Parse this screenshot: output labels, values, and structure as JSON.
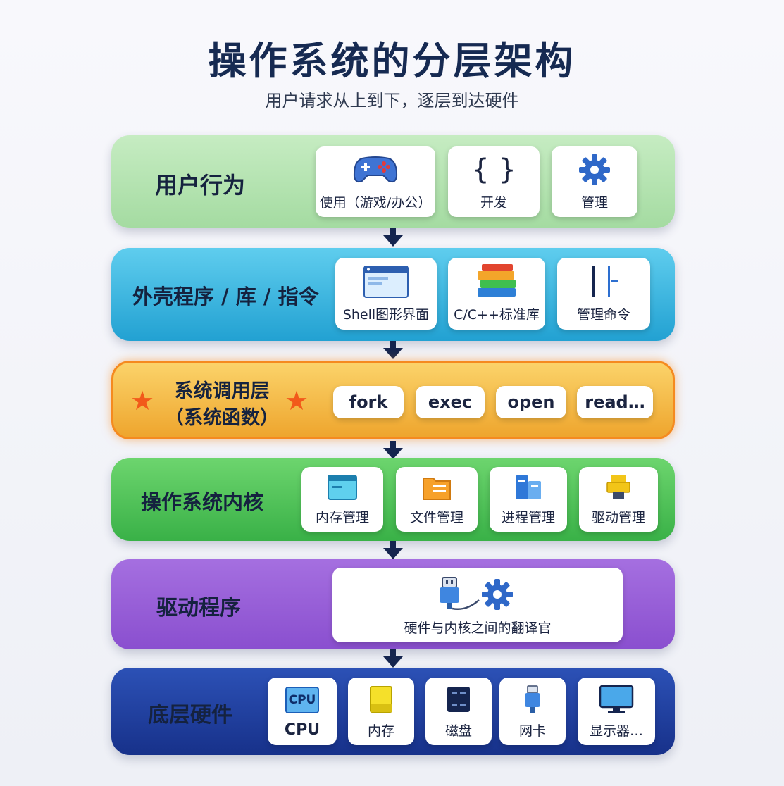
{
  "header": {
    "title": "操作系统的分层架构",
    "subtitle": "用户请求从上到下，逐层到达硬件"
  },
  "layers": [
    {
      "label": "用户行为",
      "color": "#a9dfa8",
      "items": [
        {
          "icon": "gamepad-icon",
          "label": "使用（游戏/办公）"
        },
        {
          "icon": "braces-icon",
          "label": "开发"
        },
        {
          "icon": "gear-icon",
          "label": "管理"
        }
      ]
    },
    {
      "label": "外壳程序 / 库 / 指令",
      "color": "#35b4dd",
      "items": [
        {
          "icon": "window-icon",
          "label": "Shell图形界面"
        },
        {
          "icon": "books-icon",
          "label": "C/C++标准库"
        },
        {
          "icon": "command-line-icon",
          "label": "管理命令"
        }
      ]
    },
    {
      "label_line1": "系统调用层",
      "label_line2": "（系统函数）",
      "star": "★",
      "color": "#f4b843",
      "calls": [
        "fork",
        "exec",
        "open",
        "read…"
      ]
    },
    {
      "label": "操作系统内核",
      "color": "#4cc15a",
      "items": [
        {
          "icon": "memory-window-icon",
          "label": "内存管理"
        },
        {
          "icon": "folder-icon",
          "label": "文件管理"
        },
        {
          "icon": "process-icon",
          "label": "进程管理"
        },
        {
          "icon": "driver-chip-icon",
          "label": "驱动管理"
        }
      ]
    },
    {
      "label": "驱动程序",
      "color": "#9b5fd8",
      "items": [
        {
          "icon": "usb-gear-icon",
          "label": "硬件与内核之间的翻译官"
        }
      ]
    },
    {
      "label": "底层硬件",
      "color": "#1d3d9e",
      "items": [
        {
          "icon": "cpu-icon",
          "icon_text": "CPU",
          "label": "CPU"
        },
        {
          "icon": "memory-icon",
          "label": "内存"
        },
        {
          "icon": "disk-icon",
          "label": "磁盘"
        },
        {
          "icon": "network-card-icon",
          "label": "网卡"
        },
        {
          "icon": "monitor-icon",
          "label": "显示器…"
        }
      ]
    }
  ]
}
